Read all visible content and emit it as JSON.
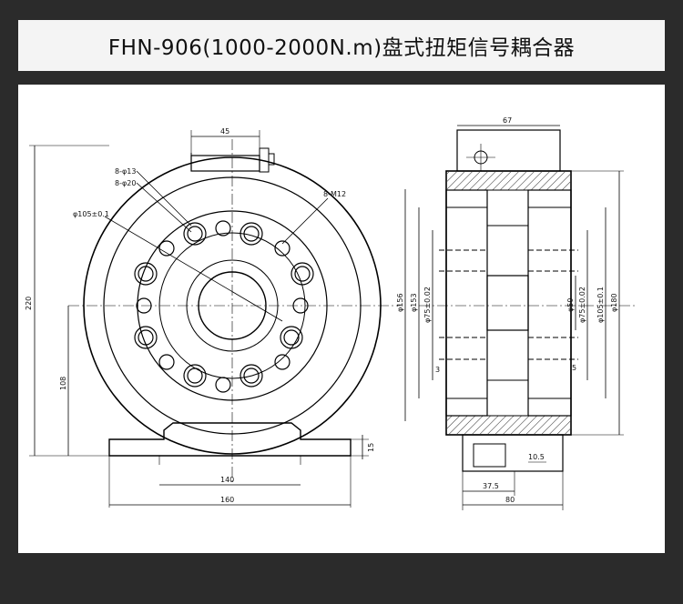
{
  "title": "FHN-906(1000-2000N.m)盘式扭矩信号耦合器",
  "front_view": {
    "dim_top": "45",
    "dim_bolt_small": "8-φ13",
    "dim_bolt_large": "8-φ20",
    "dim_thread": "8-M12",
    "dim_pcd": "φ105±0.1",
    "dim_height_total": "220",
    "dim_center_height": "108",
    "dim_base_thickness": "15",
    "dim_base_inner": "140",
    "dim_base_outer": "160"
  },
  "side_view": {
    "dim_top": "67",
    "dim_outer_dia": "φ156",
    "dim_flange_dia": "φ153",
    "dim_spigot_left": "φ75±0.02",
    "dim_bore": "φ50",
    "dim_spigot_right": "φ75±0.02",
    "dim_pcd": "φ105±0.1",
    "dim_right_outer": "φ180",
    "dim_left_step": "3",
    "dim_right_step": "5",
    "dim_foot_height": "10.5",
    "dim_foot_offset": "37.5",
    "dim_foot_width": "80"
  }
}
